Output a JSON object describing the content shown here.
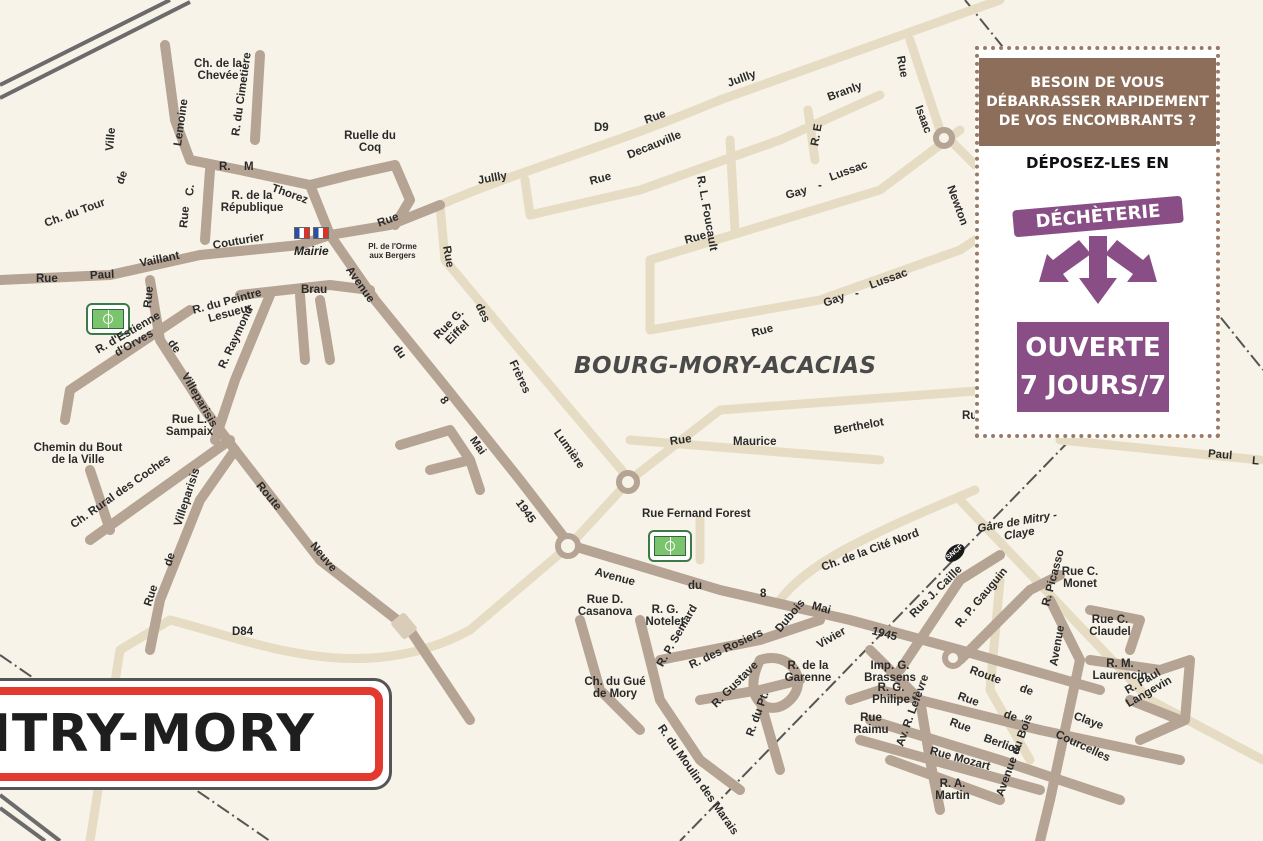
{
  "map": {
    "district": "BOURG-MORY-ACACIAS",
    "sign": "ITRY-MORY",
    "mairie": "Mairie",
    "sncf": "SNCF",
    "streets": [
      "Ch. de la Chevée",
      "Lemoine",
      "R. du Cimetière",
      "Ruelle du Coq",
      "R.",
      "M",
      "Thorez",
      "R. de la République",
      "Ch. du Tour",
      "de",
      "Ville",
      "Rue",
      "C.",
      "Rue",
      "Paul",
      "Vaillant",
      "Couturier",
      "Pl. de l'Orme aux Bergers",
      "Rue",
      "Brau",
      "Avenue",
      "du",
      "8",
      "Mai",
      "1945",
      "R. du Peintre Lesueur",
      "R. Raymond",
      "Rue",
      "Rue",
      "de",
      "Villeparisis",
      "R. d'Estienne d'Orves",
      "Rue L. Sampaix",
      "Chemin du Bout de la Ville",
      "Ch. Rural des Coches",
      "Route",
      "Neuve",
      "Rue",
      "de",
      "Villeparisis",
      "D84",
      "D9",
      "Rue",
      "Jullly",
      "Rue",
      "Decauville",
      "Jullly",
      "R. L. Foucault",
      "Branly",
      "R. E",
      "Gay",
      "-",
      "Lussac",
      "Rue",
      "Gay",
      "-",
      "Lussac",
      "Rue",
      "Rue",
      "Isaac",
      "Newton",
      "Rue",
      "des",
      "Frères",
      "Lumière",
      "Rue G. Eiffel",
      "Rue",
      "Maurice",
      "Berthelot",
      "Rue Fernand Forest",
      "Paul",
      "L",
      "Ch. de la Cité Nord",
      "Gare de Mitry - Claye",
      "Avenue",
      "du",
      "8",
      "Mai",
      "1945",
      "Rue D. Casanova",
      "R. G. Notelet",
      "R. P. Semard",
      "R. des Rosiers",
      "Dubois",
      "Vivier",
      "R. Gustave",
      "R. de la Garenne",
      "Ch. du Gué de Mory",
      "R. du Moulin des Marais",
      "R. du Pt.",
      "Rue J. Caille",
      "R. P. Gauguin",
      "Avenue",
      "R. Picasso",
      "Rue C. Monet",
      "Rue C. Claudel",
      "R. M. Laurencin",
      "R. Paul Langevin",
      "Imp. G. Brassens",
      "R. G. Philipe",
      "Rue Raimu",
      "Av. R. Lefèvre",
      "Route",
      "de",
      "Claye",
      "Rue",
      "de",
      "Courcelles",
      "Rue",
      "Berlioz",
      "Rue Mozart",
      "R. A. Martin",
      "Avenue du Bois",
      "Ru"
    ]
  },
  "panel": {
    "header": "BESOIN DE VOUS DÉBARRASSER RAPIDEMENT DE VOS ENCOMBRANTS ?",
    "deposez": "DÉPOSEZ-LES EN",
    "decheterie": "DÉCHÈTERIE",
    "open_line1": "OUVERTE",
    "open_line2": "7 JOURS/7"
  },
  "colors": {
    "background": "#f7f3e8",
    "road_main": "#b5a393",
    "road_light": "#e6dcc3",
    "panel_header": "#8c6e5a",
    "panel_accent": "#8a4e86",
    "sign_border": "#e23a2e"
  }
}
